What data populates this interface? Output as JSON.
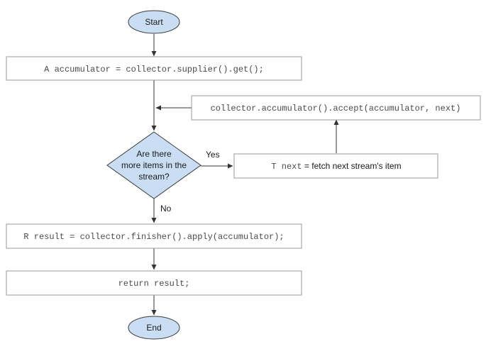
{
  "diagram": {
    "start": "Start",
    "end": "End",
    "init_step": "A accumulator = collector.supplier().get();",
    "accumulate_step": "collector.accumulator().accept(accumulator, next)",
    "decision": [
      "Are there",
      "more items in the",
      "stream?"
    ],
    "fetch_step_code": "T next",
    "fetch_step_text": " = fetch next stream's item",
    "yes_label": "Yes",
    "no_label": "No",
    "finish_step": "R result = collector.finisher().apply(accumulator);",
    "return_step": "return result;"
  },
  "colors": {
    "node_fill": "#c9def2",
    "node_stroke": "#3a3a3a",
    "box_stroke": "#9a9a9a",
    "line": "#333333"
  }
}
